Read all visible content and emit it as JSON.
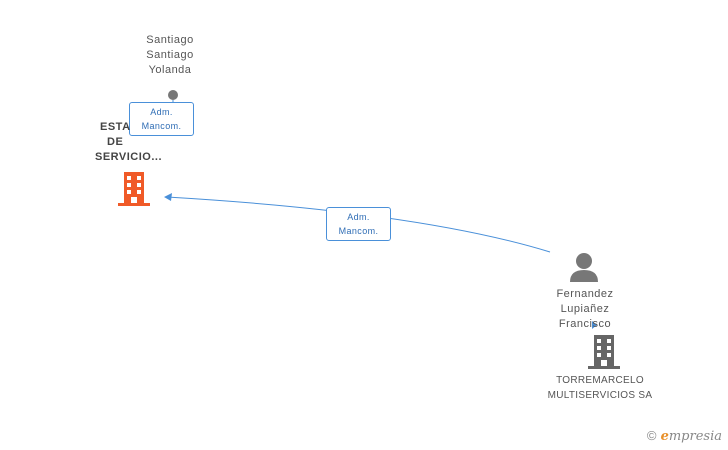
{
  "nodes": {
    "person_top": {
      "lines": [
        "Santiago",
        "Santiago",
        "Yolanda"
      ]
    },
    "company_main": {
      "lines": [
        "ESTA",
        "DE",
        "SERVICIO..."
      ],
      "color": "#f05a28"
    },
    "person_right": {
      "lines": [
        "Fernandez",
        "Lupiañez",
        "Francisco"
      ]
    },
    "company_secondary": {
      "lines": [
        "TORREMARCELO",
        "MULTISERVICIOS SA"
      ],
      "color": "#666666"
    }
  },
  "edges": {
    "top_badge": {
      "lines": [
        "Adm.",
        "Mancom."
      ]
    },
    "right_badge": {
      "lines": [
        "Adm.",
        "Mancom."
      ]
    }
  },
  "colors": {
    "edge": "#4a90d9",
    "person_icon": "#777777"
  },
  "watermark": {
    "copyright": "©",
    "brand_initial": "e",
    "brand_rest": "mpresia"
  }
}
